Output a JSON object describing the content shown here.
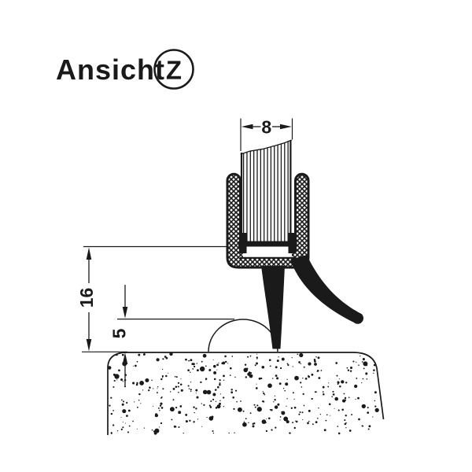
{
  "view": {
    "label": "Ansicht",
    "detail_mark": "Z"
  },
  "dimensions": {
    "glass_width": "8",
    "profile_height": "16",
    "bump_height": "5"
  },
  "colors": {
    "ink": "#1a1a1a",
    "paper": "#ffffff"
  }
}
